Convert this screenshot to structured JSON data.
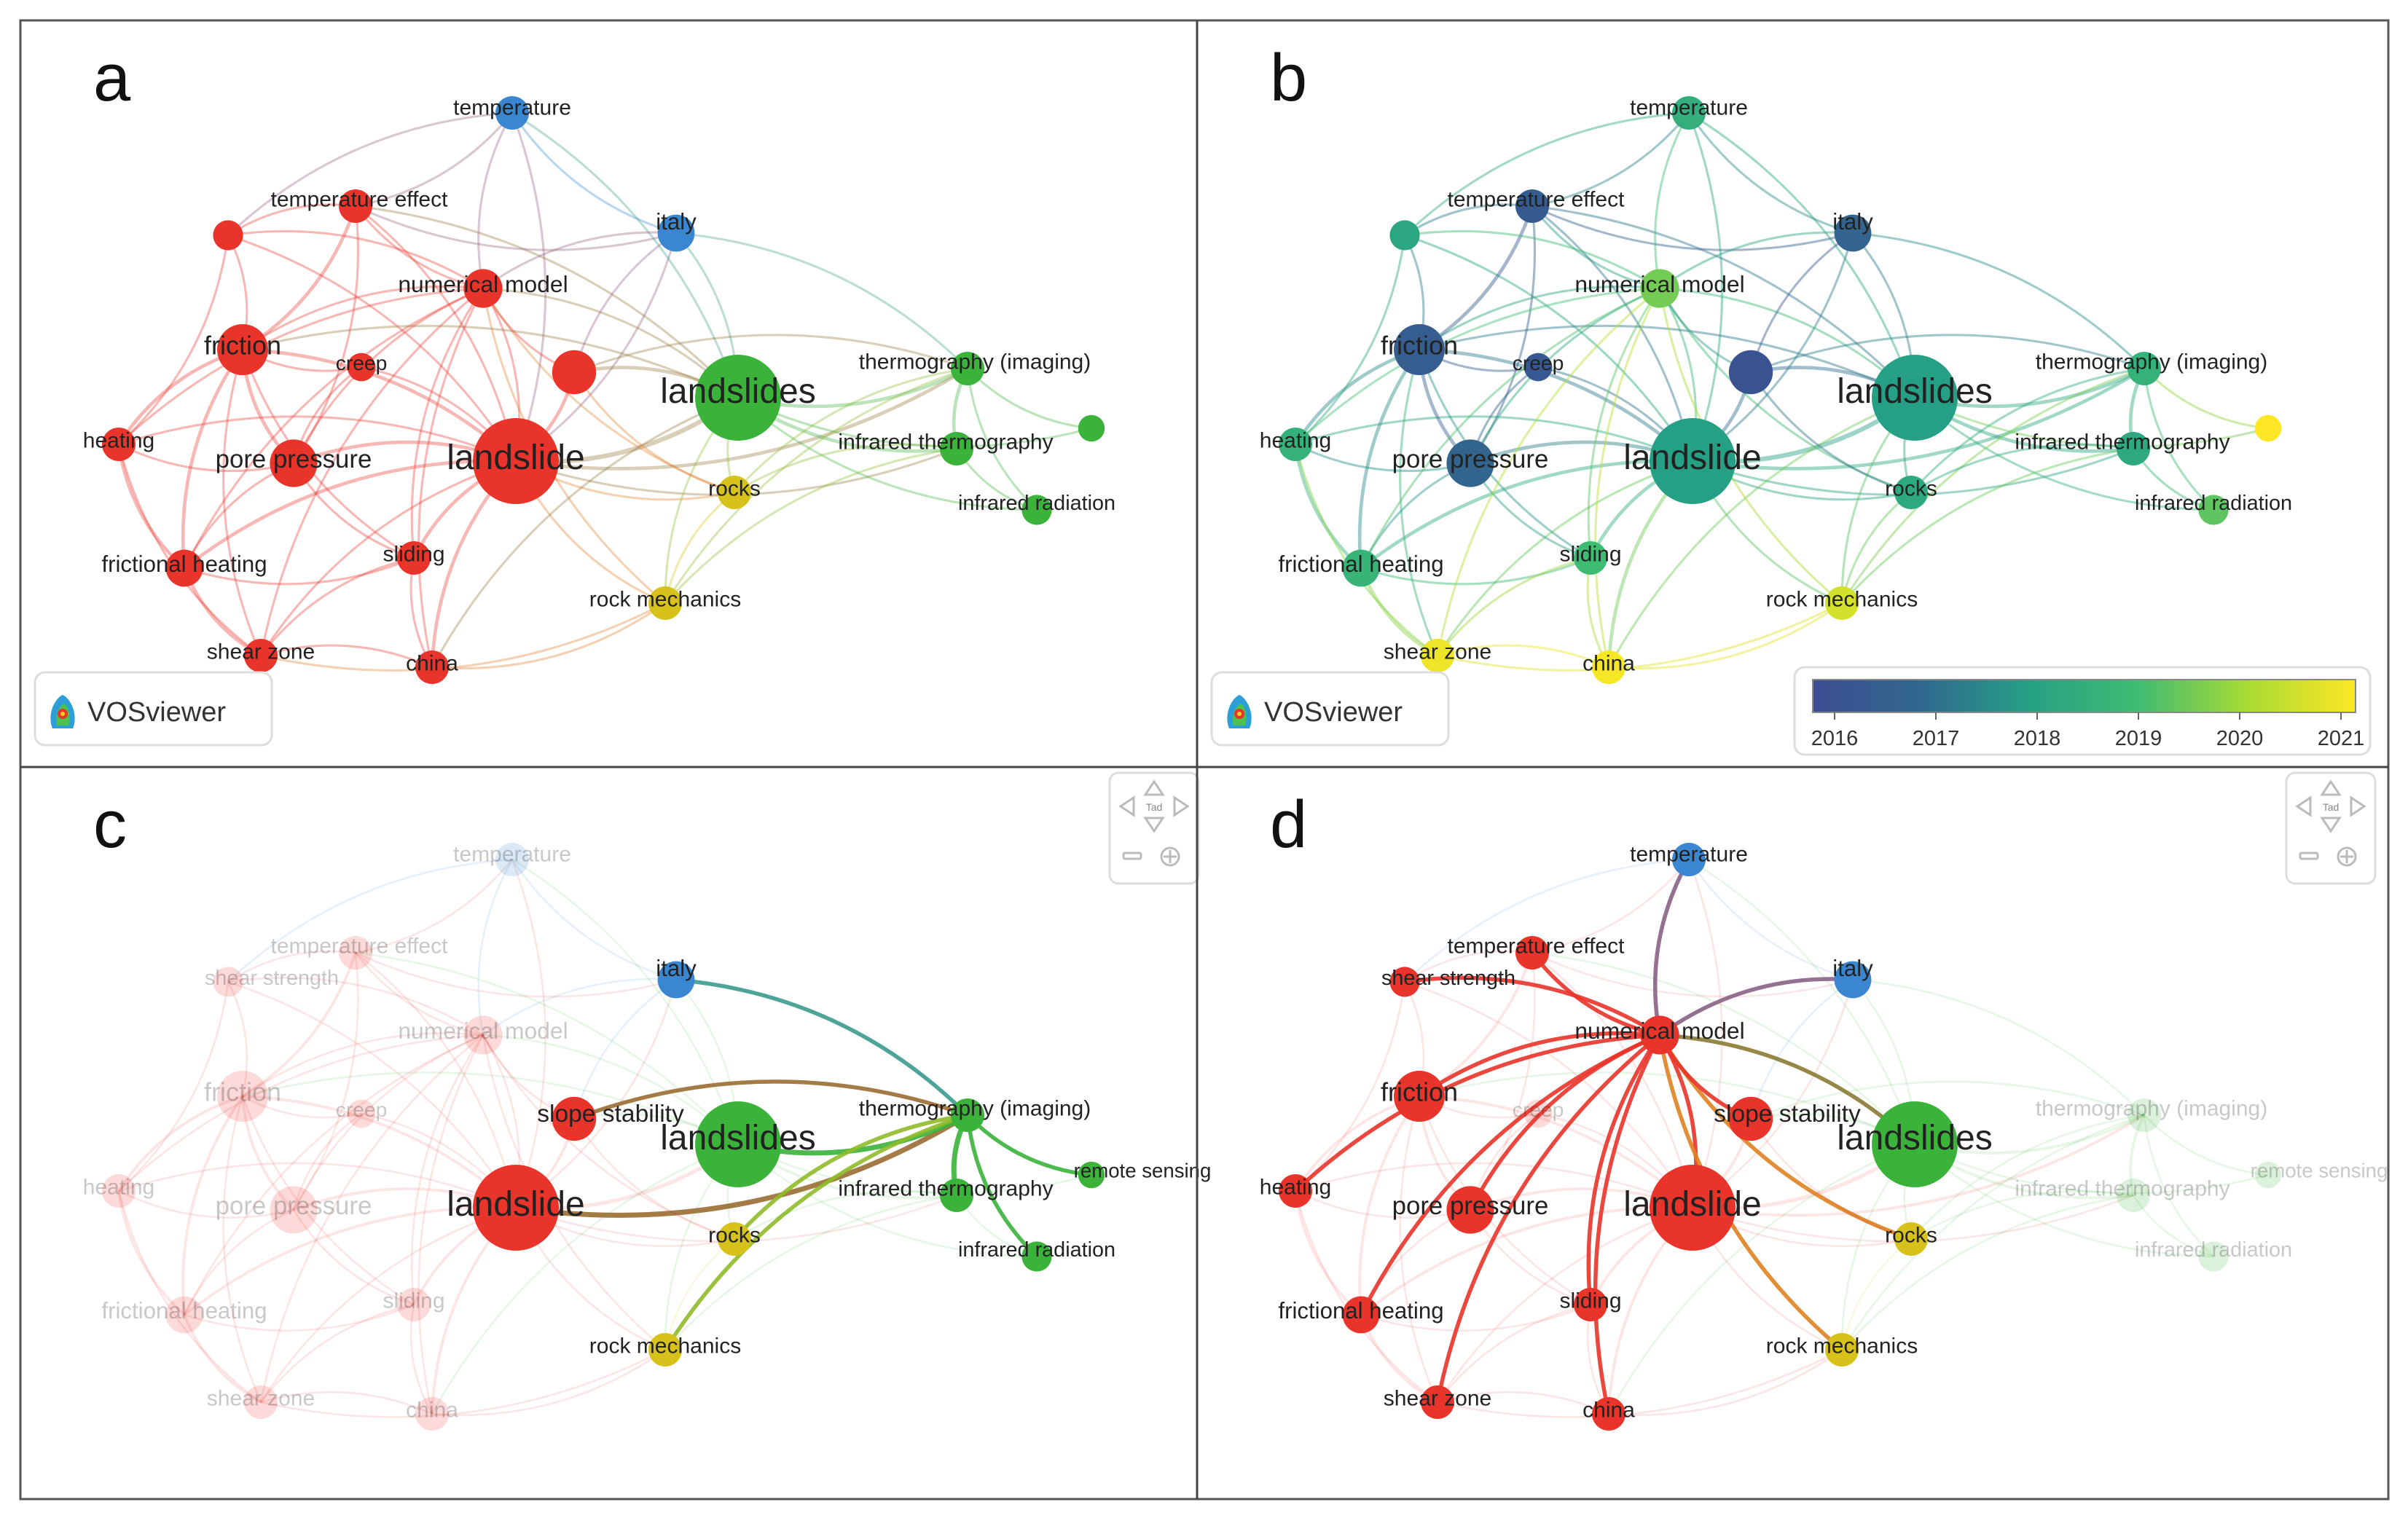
{
  "panels": [
    {
      "id": "a",
      "letter": "a",
      "mode": "cluster",
      "logo": "VOSviewer",
      "nav": false
    },
    {
      "id": "b",
      "letter": "b",
      "mode": "overlay",
      "logo": "VOSviewer",
      "nav": false
    },
    {
      "id": "c",
      "letter": "c",
      "mode": "focus",
      "focus": "thermography (imaging)",
      "logo": "",
      "nav": true
    },
    {
      "id": "d",
      "letter": "d",
      "mode": "focus",
      "focus": "numerical model",
      "logo": "",
      "nav": true
    }
  ],
  "logo_icon": "vosviewer-logo-icon",
  "nav_center_label": "Tad",
  "colorbar": {
    "ticks": [
      "2016",
      "2017",
      "2018",
      "2019",
      "2020",
      "2021"
    ],
    "colors": [
      "#3b4d91",
      "#31688e",
      "#26a085",
      "#3fbc73",
      "#a8db34",
      "#fde725"
    ]
  },
  "clusters": {
    "red": "#e8342a",
    "green": "#3bb33b",
    "blue": "#3a86d0",
    "yellow": "#d6c21a"
  },
  "terms": [
    {
      "label": "temperature",
      "cluster": "blue",
      "weight": 1,
      "year": 2018.5
    },
    {
      "label": "temperature effect",
      "cluster": "red",
      "weight": 1,
      "year": 2016.5
    },
    {
      "label": "italy",
      "cluster": "blue",
      "weight": 1.2,
      "year": 2016.8
    },
    {
      "label": "numerical model",
      "cluster": "red",
      "weight": 1.3,
      "year": 2019.5
    },
    {
      "label": "friction",
      "cluster": "red",
      "weight": 2,
      "year": 2016.6
    },
    {
      "label": "creep",
      "cluster": "red",
      "weight": 0.7,
      "year": 2016.4
    },
    {
      "label": "heating",
      "cluster": "red",
      "weight": 1,
      "year": 2018.6
    },
    {
      "label": "pore pressure",
      "cluster": "red",
      "weight": 1.8,
      "year": 2016.9
    },
    {
      "label": "landslide",
      "cluster": "red",
      "weight": 4,
      "year": 2018
    },
    {
      "label": "landslides",
      "cluster": "green",
      "weight": 4,
      "year": 2018
    },
    {
      "label": "thermography (imaging)",
      "cluster": "green",
      "weight": 1,
      "year": 2018.6
    },
    {
      "label": "infrared thermography",
      "cluster": "green",
      "weight": 1,
      "year": 2018.3
    },
    {
      "label": "infrared radiation",
      "cluster": "green",
      "weight": 0.8,
      "year": 2019.3
    },
    {
      "label": "rocks",
      "cluster": "yellow",
      "weight": 1,
      "year": 2018.3
    },
    {
      "label": "rock mechanics",
      "cluster": "yellow",
      "weight": 1,
      "year": 2020.5
    },
    {
      "label": "frictional heating",
      "cluster": "red",
      "weight": 1.2,
      "year": 2018.7
    },
    {
      "label": "sliding",
      "cluster": "red",
      "weight": 1,
      "year": 2019
    },
    {
      "label": "shear zone",
      "cluster": "red",
      "weight": 1,
      "year": 2020.8
    },
    {
      "label": "china",
      "cluster": "red",
      "weight": 1,
      "year": 2020.9
    },
    {
      "label": "slope stability",
      "cluster": "red",
      "weight": 1.6,
      "year": 2016.2
    },
    {
      "label": "shear strength",
      "cluster": "red",
      "weight": 0.8,
      "year": 2018.2
    },
    {
      "label": "remote sensing",
      "cluster": "green",
      "weight": 0.6,
      "year": 2021
    }
  ]
}
